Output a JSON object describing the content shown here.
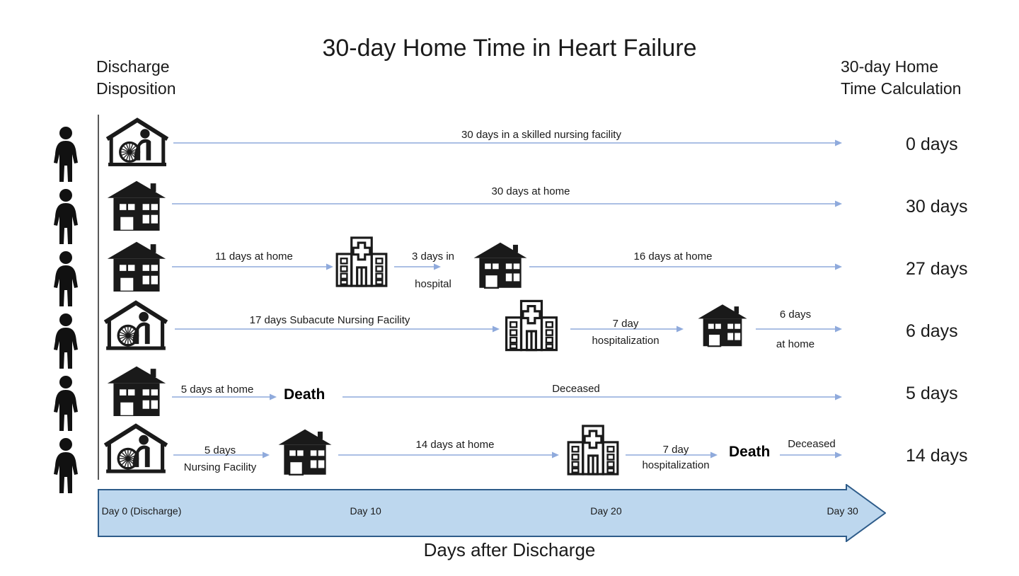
{
  "title": "30-day Home Time in Heart Failure",
  "header": {
    "left_line1": "Discharge",
    "left_line2": "Disposition",
    "right_line1": "30-day Home",
    "right_line2": "Time Calculation"
  },
  "axis_title": "Days after Discharge",
  "colors": {
    "arrow_blue": "#8faadc",
    "timeline_fill": "#bdd7ee",
    "timeline_stroke": "#2e5c8a",
    "text": "#1a1a1a"
  },
  "timeline": {
    "ticks": [
      {
        "label": "Day 0 (Discharge)",
        "x_pct": 0.5
      },
      {
        "label": "Day 10",
        "x_pct": 32.0
      },
      {
        "label": "Day 20",
        "x_pct": 62.5
      },
      {
        "label": "Day 30",
        "x_pct": 92.5
      }
    ]
  },
  "rows": [
    {
      "id": "row-1",
      "start_icon": "nursing-facility-icon",
      "result": "0 days",
      "segments": [
        {
          "label_top": "30 days in a skilled nursing facility",
          "label_bottom": ""
        }
      ]
    },
    {
      "id": "row-2",
      "start_icon": "home-icon",
      "result": "30 days",
      "segments": [
        {
          "label_top": "30 days at home",
          "label_bottom": ""
        }
      ]
    },
    {
      "id": "row-3",
      "start_icon": "home-icon",
      "result": "27 days",
      "segments": [
        {
          "label_top": "11 days at home",
          "label_bottom": ""
        },
        {
          "label_top": "3 days in",
          "label_bottom": "hospital"
        },
        {
          "label_top": "16 days at home",
          "label_bottom": ""
        }
      ],
      "mid_icons": [
        "hospital-icon",
        "home-icon"
      ]
    },
    {
      "id": "row-4",
      "start_icon": "nursing-facility-icon",
      "result": "6 days",
      "segments": [
        {
          "label_top": "17 days Subacute Nursing Facility",
          "label_bottom": ""
        },
        {
          "label_top": "7 day",
          "label_bottom": "hospitalization"
        },
        {
          "label_top": "6 days",
          "label_bottom": "at home"
        }
      ],
      "mid_icons": [
        "hospital-icon",
        "home-icon"
      ]
    },
    {
      "id": "row-5",
      "start_icon": "home-icon",
      "result": "5 days",
      "death_label": "Death",
      "segments": [
        {
          "label_top": "5 days at home",
          "label_bottom": ""
        },
        {
          "label_top": "Deceased",
          "label_bottom": ""
        }
      ]
    },
    {
      "id": "row-6",
      "start_icon": "nursing-facility-icon",
      "result": "14 days",
      "death_label": "Death",
      "segments": [
        {
          "label_top": "5 days",
          "label_bottom": "Nursing Facility"
        },
        {
          "label_top": "14 days at home",
          "label_bottom": ""
        },
        {
          "label_top": "7 day",
          "label_bottom": "hospitalization"
        },
        {
          "label_top": "Deceased",
          "label_bottom": ""
        }
      ],
      "mid_icons": [
        "home-icon",
        "hospital-icon"
      ]
    }
  ]
}
